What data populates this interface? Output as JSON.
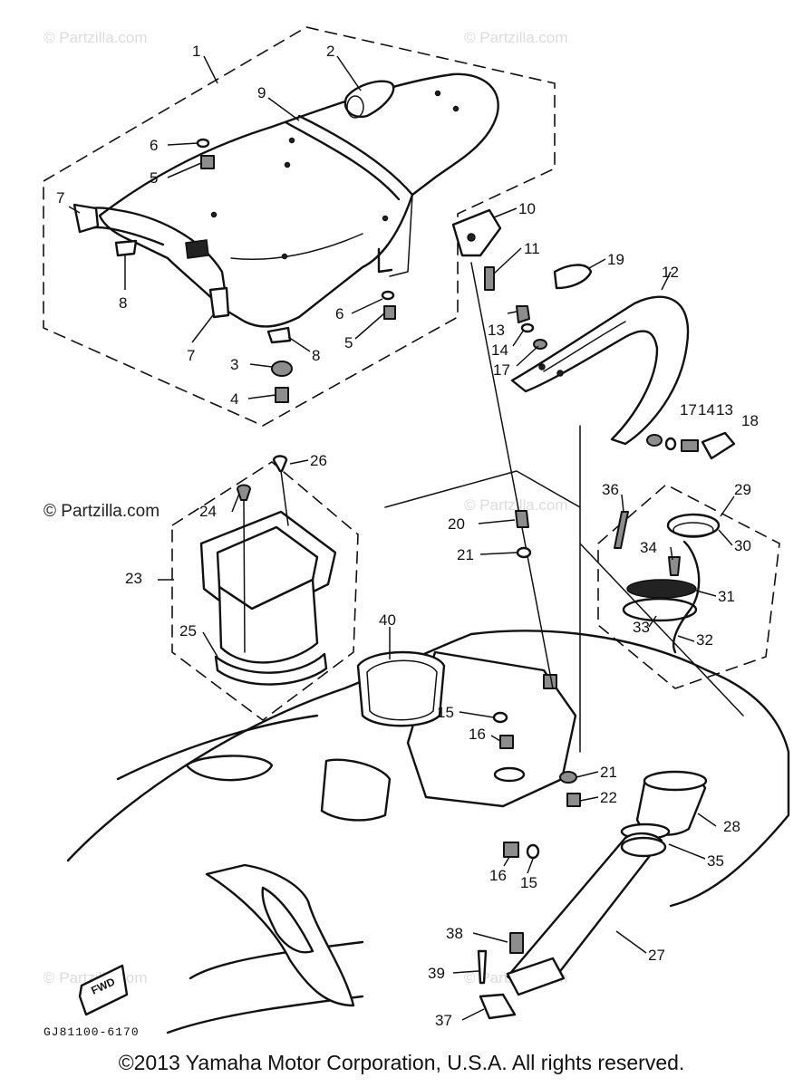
{
  "watermark_text": "© Partzilla.com",
  "watermark_prominent": "© Partzilla.com",
  "diagram_code": "GJ81100-6170",
  "fwd_label": "FWD",
  "copyright": "©2013 Yamaha Motor Corporation, U.S.A. All rights reserved.",
  "callouts": [
    {
      "key": "c1",
      "text": "1"
    },
    {
      "key": "c2",
      "text": "2"
    },
    {
      "key": "c9",
      "text": "9"
    },
    {
      "key": "c6a",
      "text": "6"
    },
    {
      "key": "c5a",
      "text": "5"
    },
    {
      "key": "c7a",
      "text": "7"
    },
    {
      "key": "c8a",
      "text": "8"
    },
    {
      "key": "c7b",
      "text": "7"
    },
    {
      "key": "c3",
      "text": "3"
    },
    {
      "key": "c4",
      "text": "4"
    },
    {
      "key": "c8b",
      "text": "8"
    },
    {
      "key": "c6b",
      "text": "6"
    },
    {
      "key": "c5b",
      "text": "5"
    },
    {
      "key": "c10",
      "text": "10"
    },
    {
      "key": "c11",
      "text": "11"
    },
    {
      "key": "c19",
      "text": "19"
    },
    {
      "key": "c12",
      "text": "12"
    },
    {
      "key": "c13a",
      "text": "13"
    },
    {
      "key": "c14a",
      "text": "14"
    },
    {
      "key": "c17a",
      "text": "17"
    },
    {
      "key": "c17b",
      "text": "17"
    },
    {
      "key": "c14b",
      "text": "14"
    },
    {
      "key": "c13b",
      "text": "13"
    },
    {
      "key": "c18",
      "text": "18"
    },
    {
      "key": "c26",
      "text": "26"
    },
    {
      "key": "c24",
      "text": "24"
    },
    {
      "key": "c23",
      "text": "23"
    },
    {
      "key": "c25",
      "text": "25"
    },
    {
      "key": "c36",
      "text": "36"
    },
    {
      "key": "c29",
      "text": "29"
    },
    {
      "key": "c20",
      "text": "20"
    },
    {
      "key": "c21a",
      "text": "21"
    },
    {
      "key": "c34",
      "text": "34"
    },
    {
      "key": "c30",
      "text": "30"
    },
    {
      "key": "c31",
      "text": "31"
    },
    {
      "key": "c33",
      "text": "33"
    },
    {
      "key": "c32",
      "text": "32"
    },
    {
      "key": "c40",
      "text": "40"
    },
    {
      "key": "c15a",
      "text": "15"
    },
    {
      "key": "c16a",
      "text": "16"
    },
    {
      "key": "c21b",
      "text": "21"
    },
    {
      "key": "c22",
      "text": "22"
    },
    {
      "key": "c28",
      "text": "28"
    },
    {
      "key": "c35",
      "text": "35"
    },
    {
      "key": "c16b",
      "text": "16"
    },
    {
      "key": "c15b",
      "text": "15"
    },
    {
      "key": "c38",
      "text": "38"
    },
    {
      "key": "c27",
      "text": "27"
    },
    {
      "key": "c39",
      "text": "39"
    },
    {
      "key": "c37",
      "text": "37"
    }
  ]
}
